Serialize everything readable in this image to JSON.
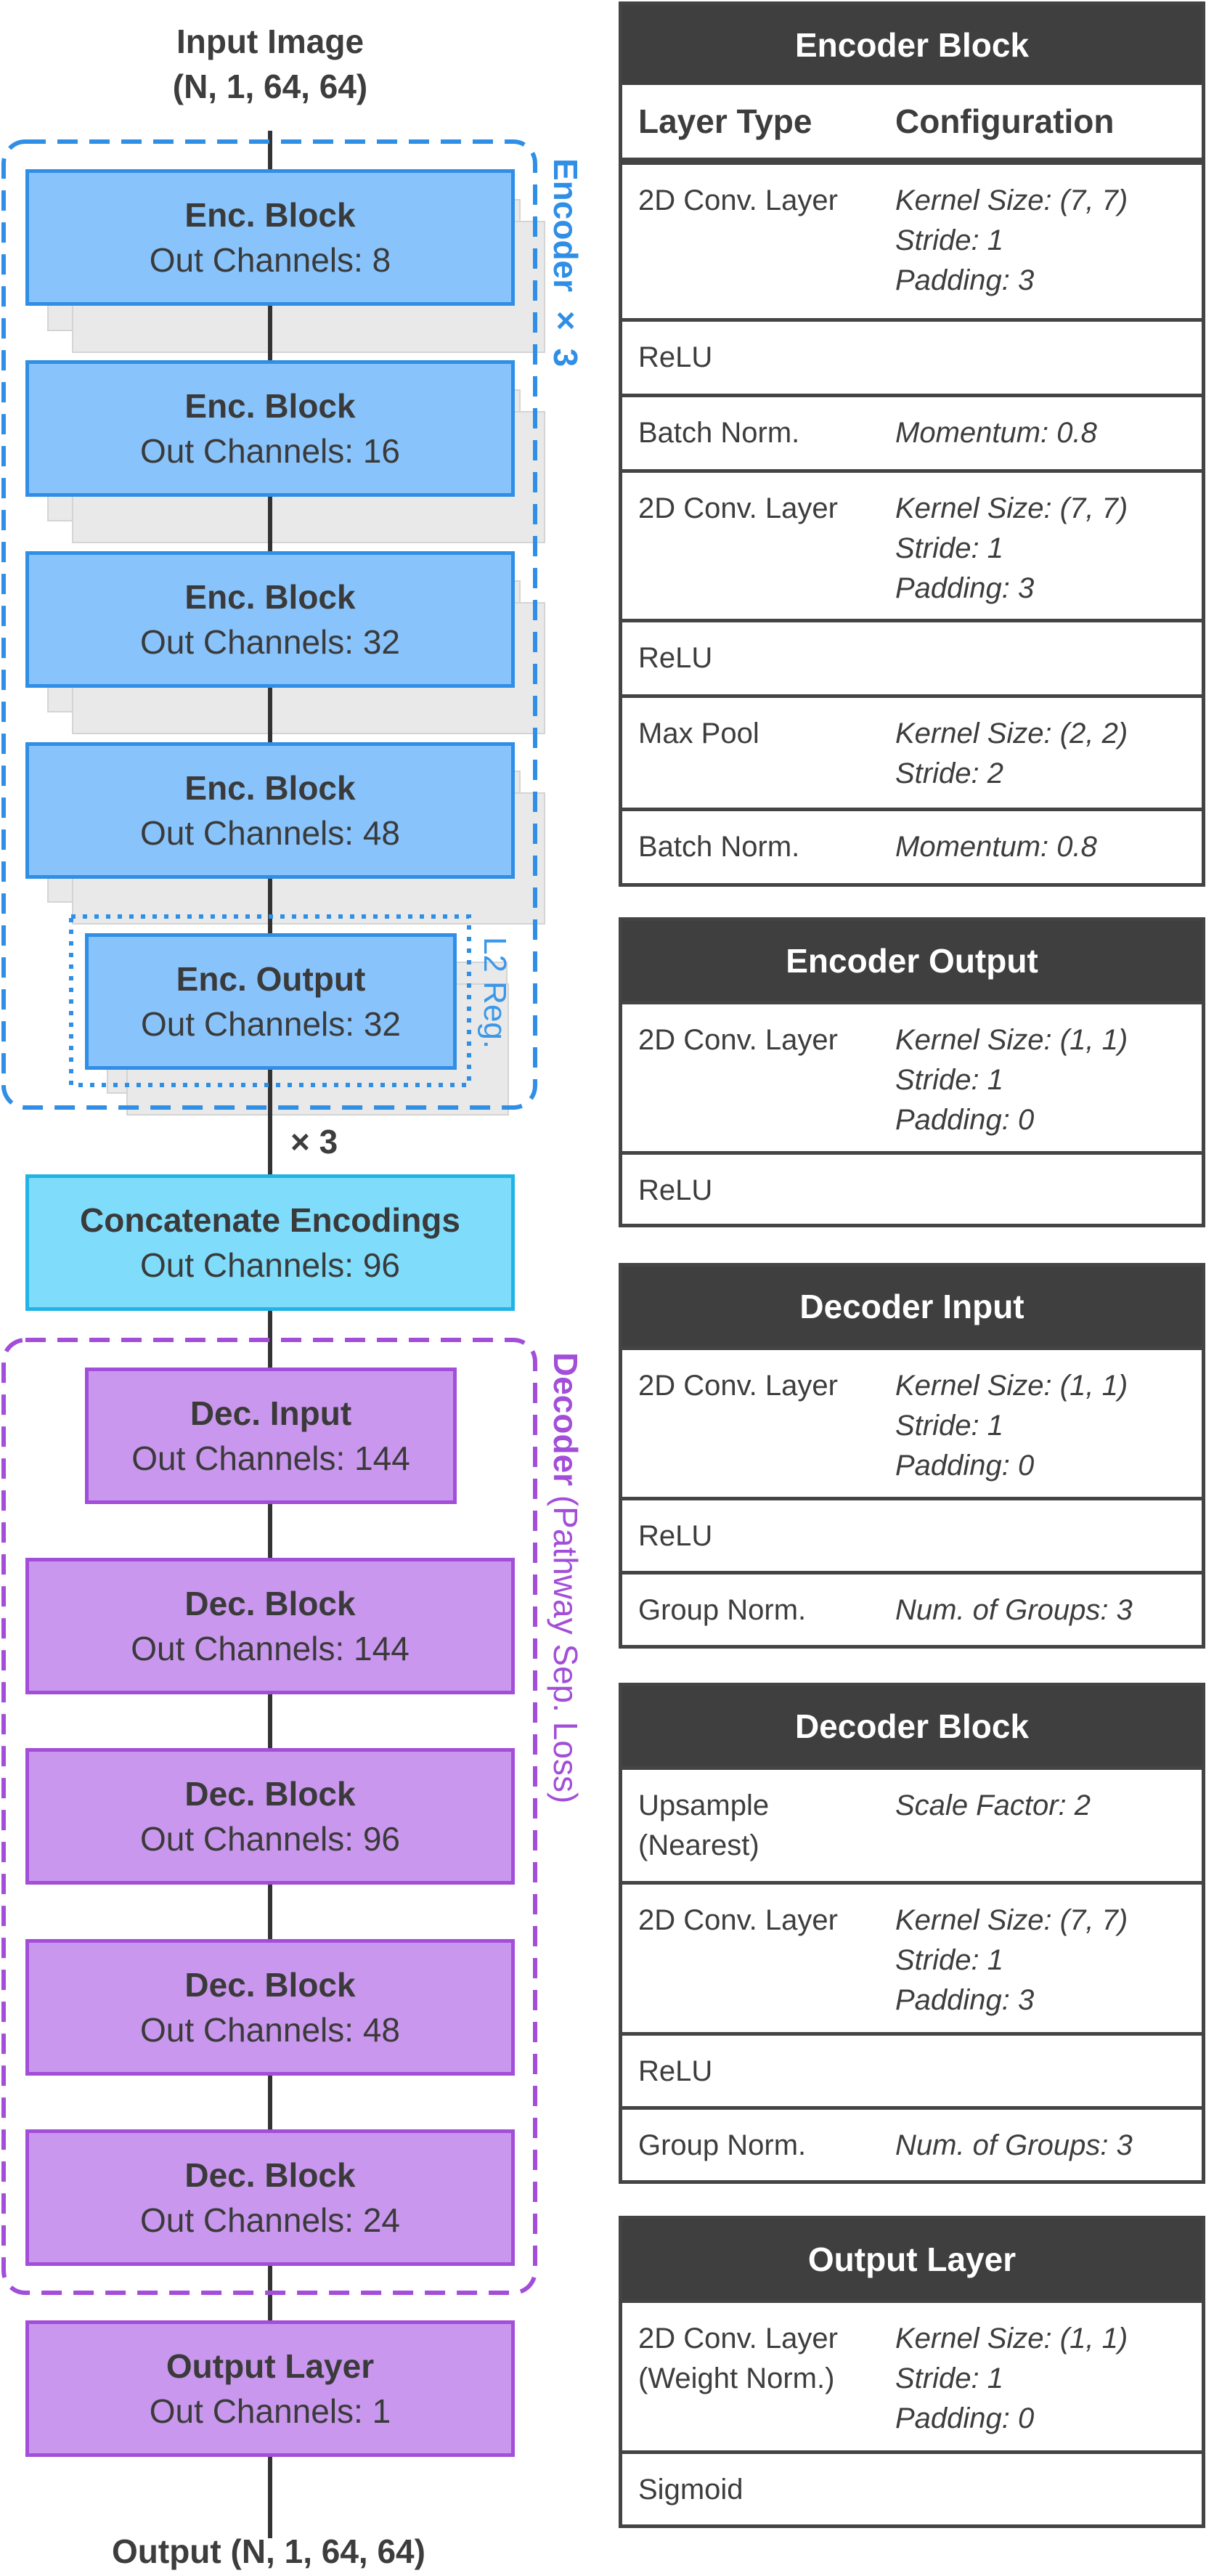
{
  "diagram": {
    "input_label": "Input Image",
    "input_shape": "(N, 1, 64, 64)",
    "output_label": "Output (N, 1, 64, 64)",
    "encoder_label": "Encoder × 3",
    "l2_label": "L2 Reg.",
    "repeat_label": "× 3",
    "decoder_label_bold": "Decoder",
    "decoder_label_rest": " (Pathway Sep. Loss)",
    "encoder_blocks": [
      {
        "title": "Enc. Block",
        "sub": "Out Channels: 8"
      },
      {
        "title": "Enc. Block",
        "sub": "Out Channels: 16"
      },
      {
        "title": "Enc. Block",
        "sub": "Out Channels: 32"
      },
      {
        "title": "Enc. Block",
        "sub": "Out Channels: 48"
      }
    ],
    "encoder_output": {
      "title": "Enc. Output",
      "sub": "Out Channels: 32"
    },
    "concat": {
      "title": "Concatenate Encodings",
      "sub": "Out Channels: 96"
    },
    "decoder_input": {
      "title": "Dec. Input",
      "sub": "Out Channels: 144"
    },
    "decoder_blocks": [
      {
        "title": "Dec. Block",
        "sub": "Out Channels: 144"
      },
      {
        "title": "Dec. Block",
        "sub": "Out Channels: 96"
      },
      {
        "title": "Dec. Block",
        "sub": "Out Channels: 48"
      },
      {
        "title": "Dec. Block",
        "sub": "Out Channels: 24"
      }
    ],
    "output_layer": {
      "title": "Output Layer",
      "sub": "Out Channels: 1"
    },
    "colors": {
      "encoder_fill": "#88c3fb",
      "encoder_border": "#2f8ee6",
      "concat_fill": "#7fdcfb",
      "concat_border": "#22b3e6",
      "decoder_fill": "#c997ed",
      "decoder_border": "#a24ed8",
      "table_header": "#3f3f3f"
    }
  },
  "tables": {
    "header": {
      "layer_type": "Layer Type",
      "configuration": "Configuration"
    },
    "encoder_block": {
      "title": "Encoder Block",
      "rows": [
        {
          "layer": "2D Conv. Layer",
          "config": "Kernel Size: (7, 7)\nStride: 1\nPadding: 3"
        },
        {
          "layer": "ReLU",
          "config": ""
        },
        {
          "layer": "Batch Norm.",
          "config": "Momentum: 0.8"
        },
        {
          "layer": "2D Conv. Layer",
          "config": "Kernel Size: (7, 7)\nStride: 1\nPadding: 3"
        },
        {
          "layer": "ReLU",
          "config": ""
        },
        {
          "layer": "Max Pool",
          "config": "Kernel Size: (2, 2)\nStride: 2"
        },
        {
          "layer": "Batch Norm.",
          "config": "Momentum: 0.8"
        }
      ]
    },
    "encoder_output": {
      "title": "Encoder Output",
      "rows": [
        {
          "layer": "2D Conv. Layer",
          "config": "Kernel Size: (1, 1)\nStride: 1\nPadding: 0"
        },
        {
          "layer": "ReLU",
          "config": ""
        }
      ]
    },
    "decoder_input": {
      "title": "Decoder Input",
      "rows": [
        {
          "layer": "2D Conv. Layer",
          "config": "Kernel Size: (1, 1)\nStride: 1\nPadding: 0"
        },
        {
          "layer": "ReLU",
          "config": ""
        },
        {
          "layer": "Group Norm.",
          "config": "Num. of Groups: 3"
        }
      ]
    },
    "decoder_block": {
      "title": "Decoder Block",
      "rows": [
        {
          "layer": "Upsample\n(Nearest)",
          "config": "Scale Factor: 2"
        },
        {
          "layer": "2D Conv. Layer",
          "config": "Kernel Size: (7, 7)\nStride: 1\nPadding: 3"
        },
        {
          "layer": "ReLU",
          "config": ""
        },
        {
          "layer": "Group Norm.",
          "config": "Num. of Groups: 3"
        }
      ]
    },
    "output_layer": {
      "title": "Output Layer",
      "rows": [
        {
          "layer": "2D Conv. Layer\n(Weight Norm.)",
          "config": "Kernel Size: (1, 1)\nStride: 1\nPadding: 0"
        },
        {
          "layer": "Sigmoid",
          "config": ""
        }
      ]
    }
  }
}
